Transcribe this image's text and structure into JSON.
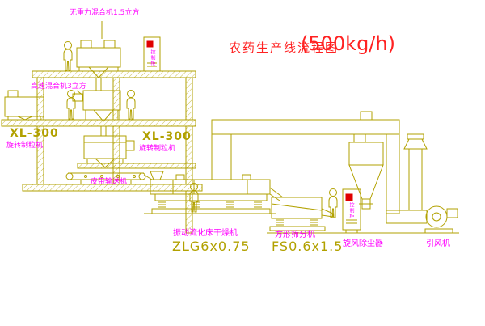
{
  "title": {
    "name": "农药生产线流程图",
    "capacity": "(500kg/h)"
  },
  "equipment_labels": {
    "gravity_mixer": "无重力混合机1.5立方",
    "high_speed_mixer": "高速混合机3立方",
    "granulator_left": {
      "model": "XL-300",
      "name": "旋转制粒机"
    },
    "granulator_center": {
      "model": "XL-300",
      "name": "旋转制粒机"
    },
    "belt_conveyor": "皮带输送机",
    "fluid_bed_dryer": {
      "name": "振动流化床干燥机",
      "model": "ZLG6x0.75"
    },
    "square_sieve": {
      "name": "方形筛分机",
      "model": "FS0.6x1.5"
    },
    "cyclone": "旋风除尘器",
    "induced_draft_fan": "引风机",
    "control_cabinet": "控制柜"
  },
  "colors": {
    "line_olive": "#b2a100",
    "label_magenta": "#ff00ff",
    "title_red": "#ff2222",
    "indicator_red": "#e00000"
  }
}
